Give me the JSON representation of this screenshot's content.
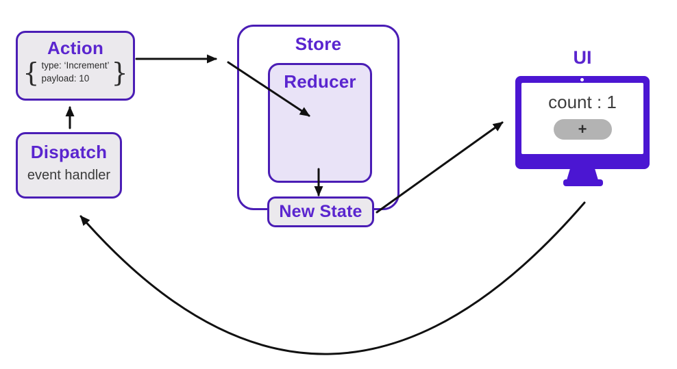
{
  "nodes": {
    "action": {
      "title": "Action",
      "brace_open": "{",
      "brace_close": "}",
      "payload_lines": [
        "type: ‘Increment’",
        "payload: 10"
      ]
    },
    "dispatch": {
      "title": "Dispatch",
      "subtitle": "event handler"
    },
    "store": {
      "title": "Store"
    },
    "reducer": {
      "title": "Reducer"
    },
    "new_state": {
      "title": "New State"
    },
    "ui": {
      "title": "UI",
      "counter_text": "count : 1",
      "button_label": "+"
    }
  },
  "colors": {
    "purple_border": "#4a1db5",
    "purple_text": "#5a25cf",
    "monitor_purple": "#4b16d2",
    "box_fill": "#ebe9ed",
    "reducer_fill": "#e9e3f7",
    "counter_text": "#3d3d3d",
    "button_fill": "#b3b3b3",
    "arrow_color": "#111111"
  }
}
